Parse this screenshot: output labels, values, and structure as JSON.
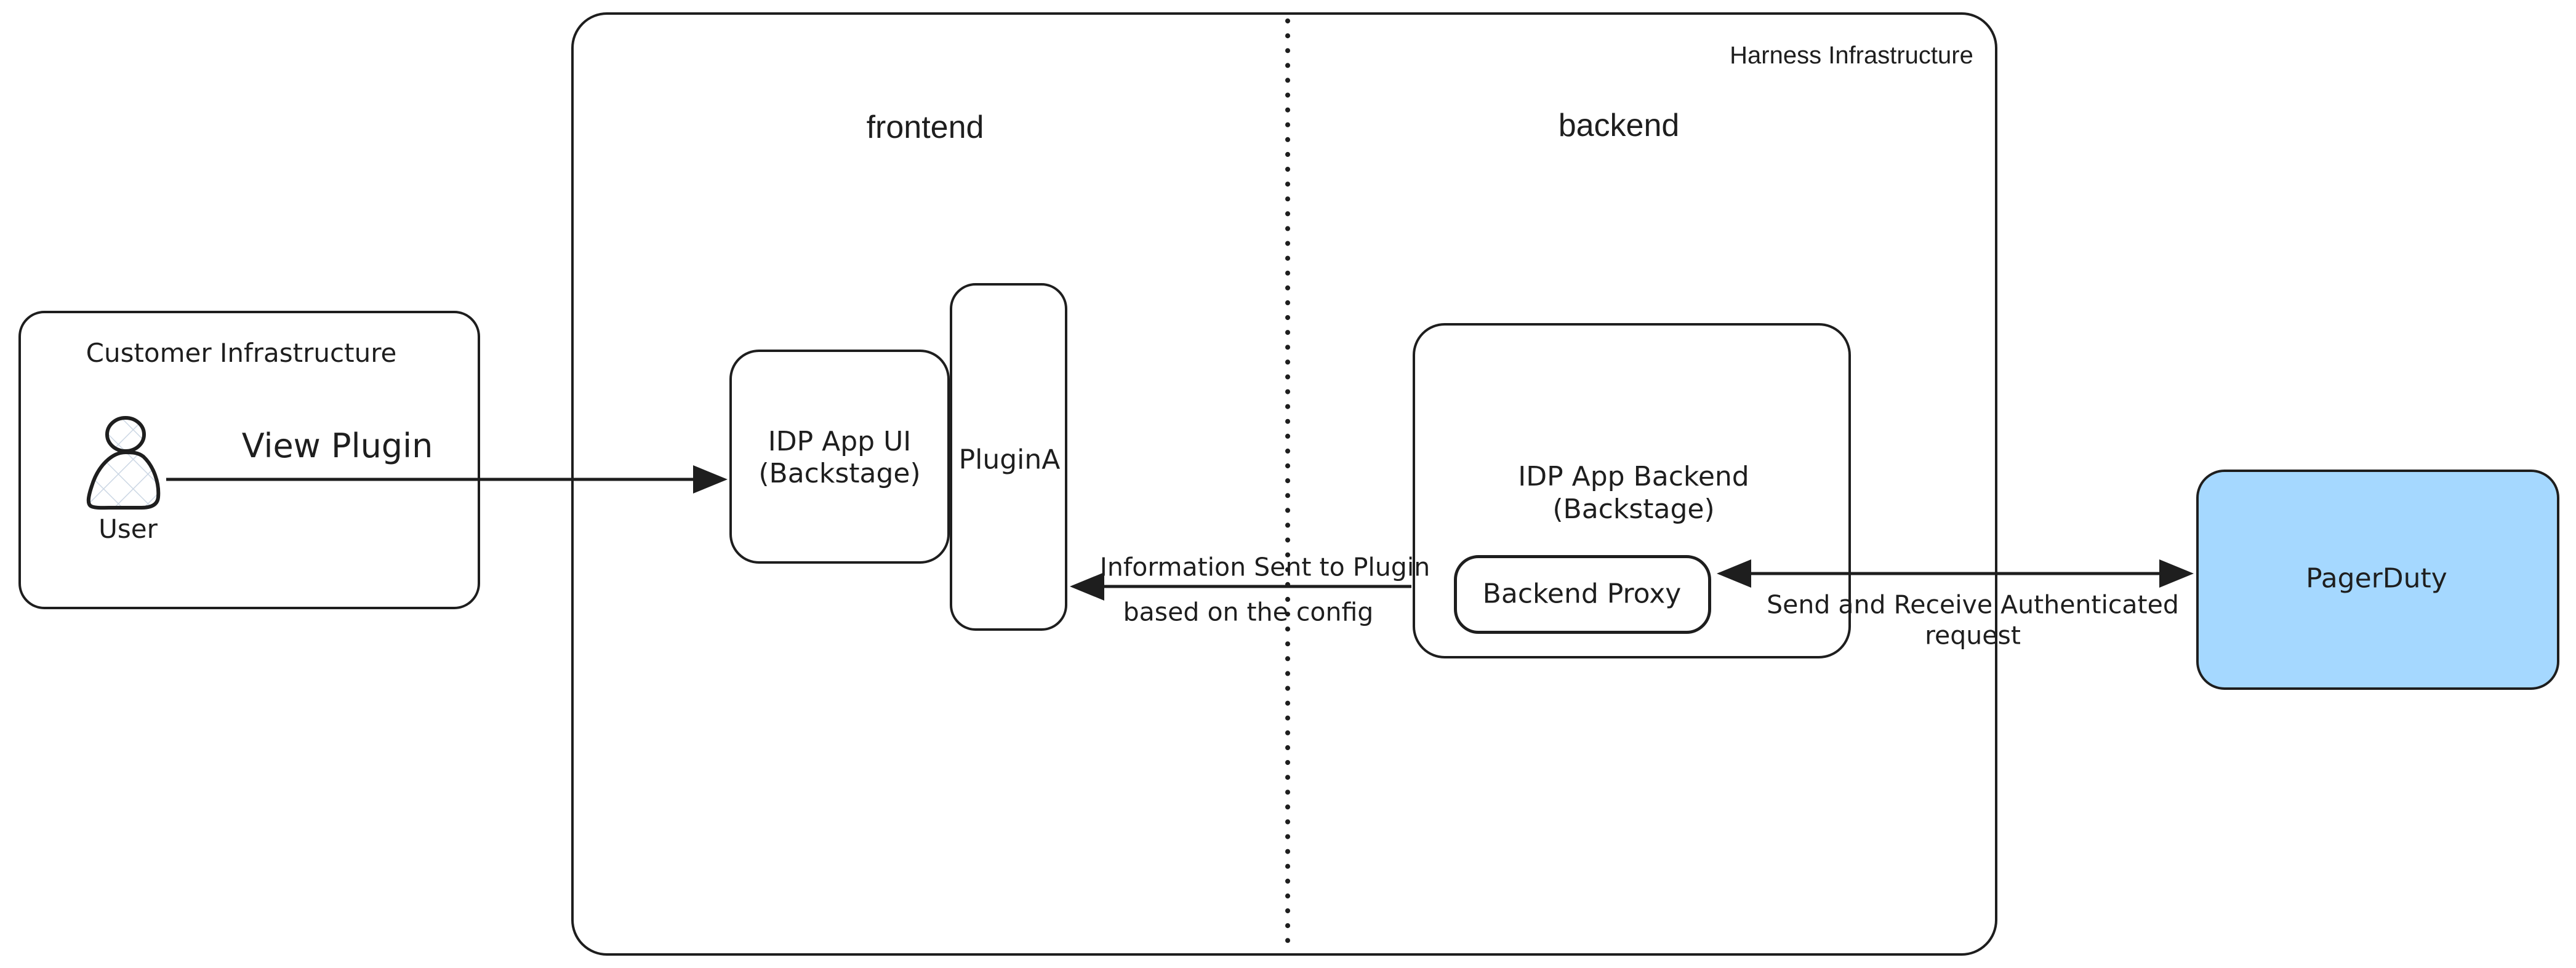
{
  "diagram": {
    "customer": {
      "title": "Customer Infrastructure",
      "user_label": "User"
    },
    "harness": {
      "title": "Harness Infrastructure",
      "frontend_label": "frontend",
      "backend_label": "backend"
    },
    "nodes": {
      "idp_ui": {
        "line1": "IDP App UI",
        "line2": "(Backstage)"
      },
      "plugin_a": {
        "label": "PluginA"
      },
      "idp_backend": {
        "line1": "IDP App Backend",
        "line2": "(Backstage)"
      },
      "backend_proxy": {
        "label": "Backend Proxy"
      },
      "pagerduty": {
        "label": "PagerDuty"
      }
    },
    "arrows": {
      "view_plugin": {
        "label": "View Plugin"
      },
      "info_sent": {
        "line1": "Information Sent to Plugin",
        "line2": "based on the config"
      },
      "send_receive": {
        "line1": "Send and Receive Authenticated",
        "line2": "request"
      }
    },
    "colors": {
      "stroke": "#1e1e1e",
      "pagerduty_fill": "#a5d8ff",
      "hatch": "#ccd7e4"
    }
  }
}
